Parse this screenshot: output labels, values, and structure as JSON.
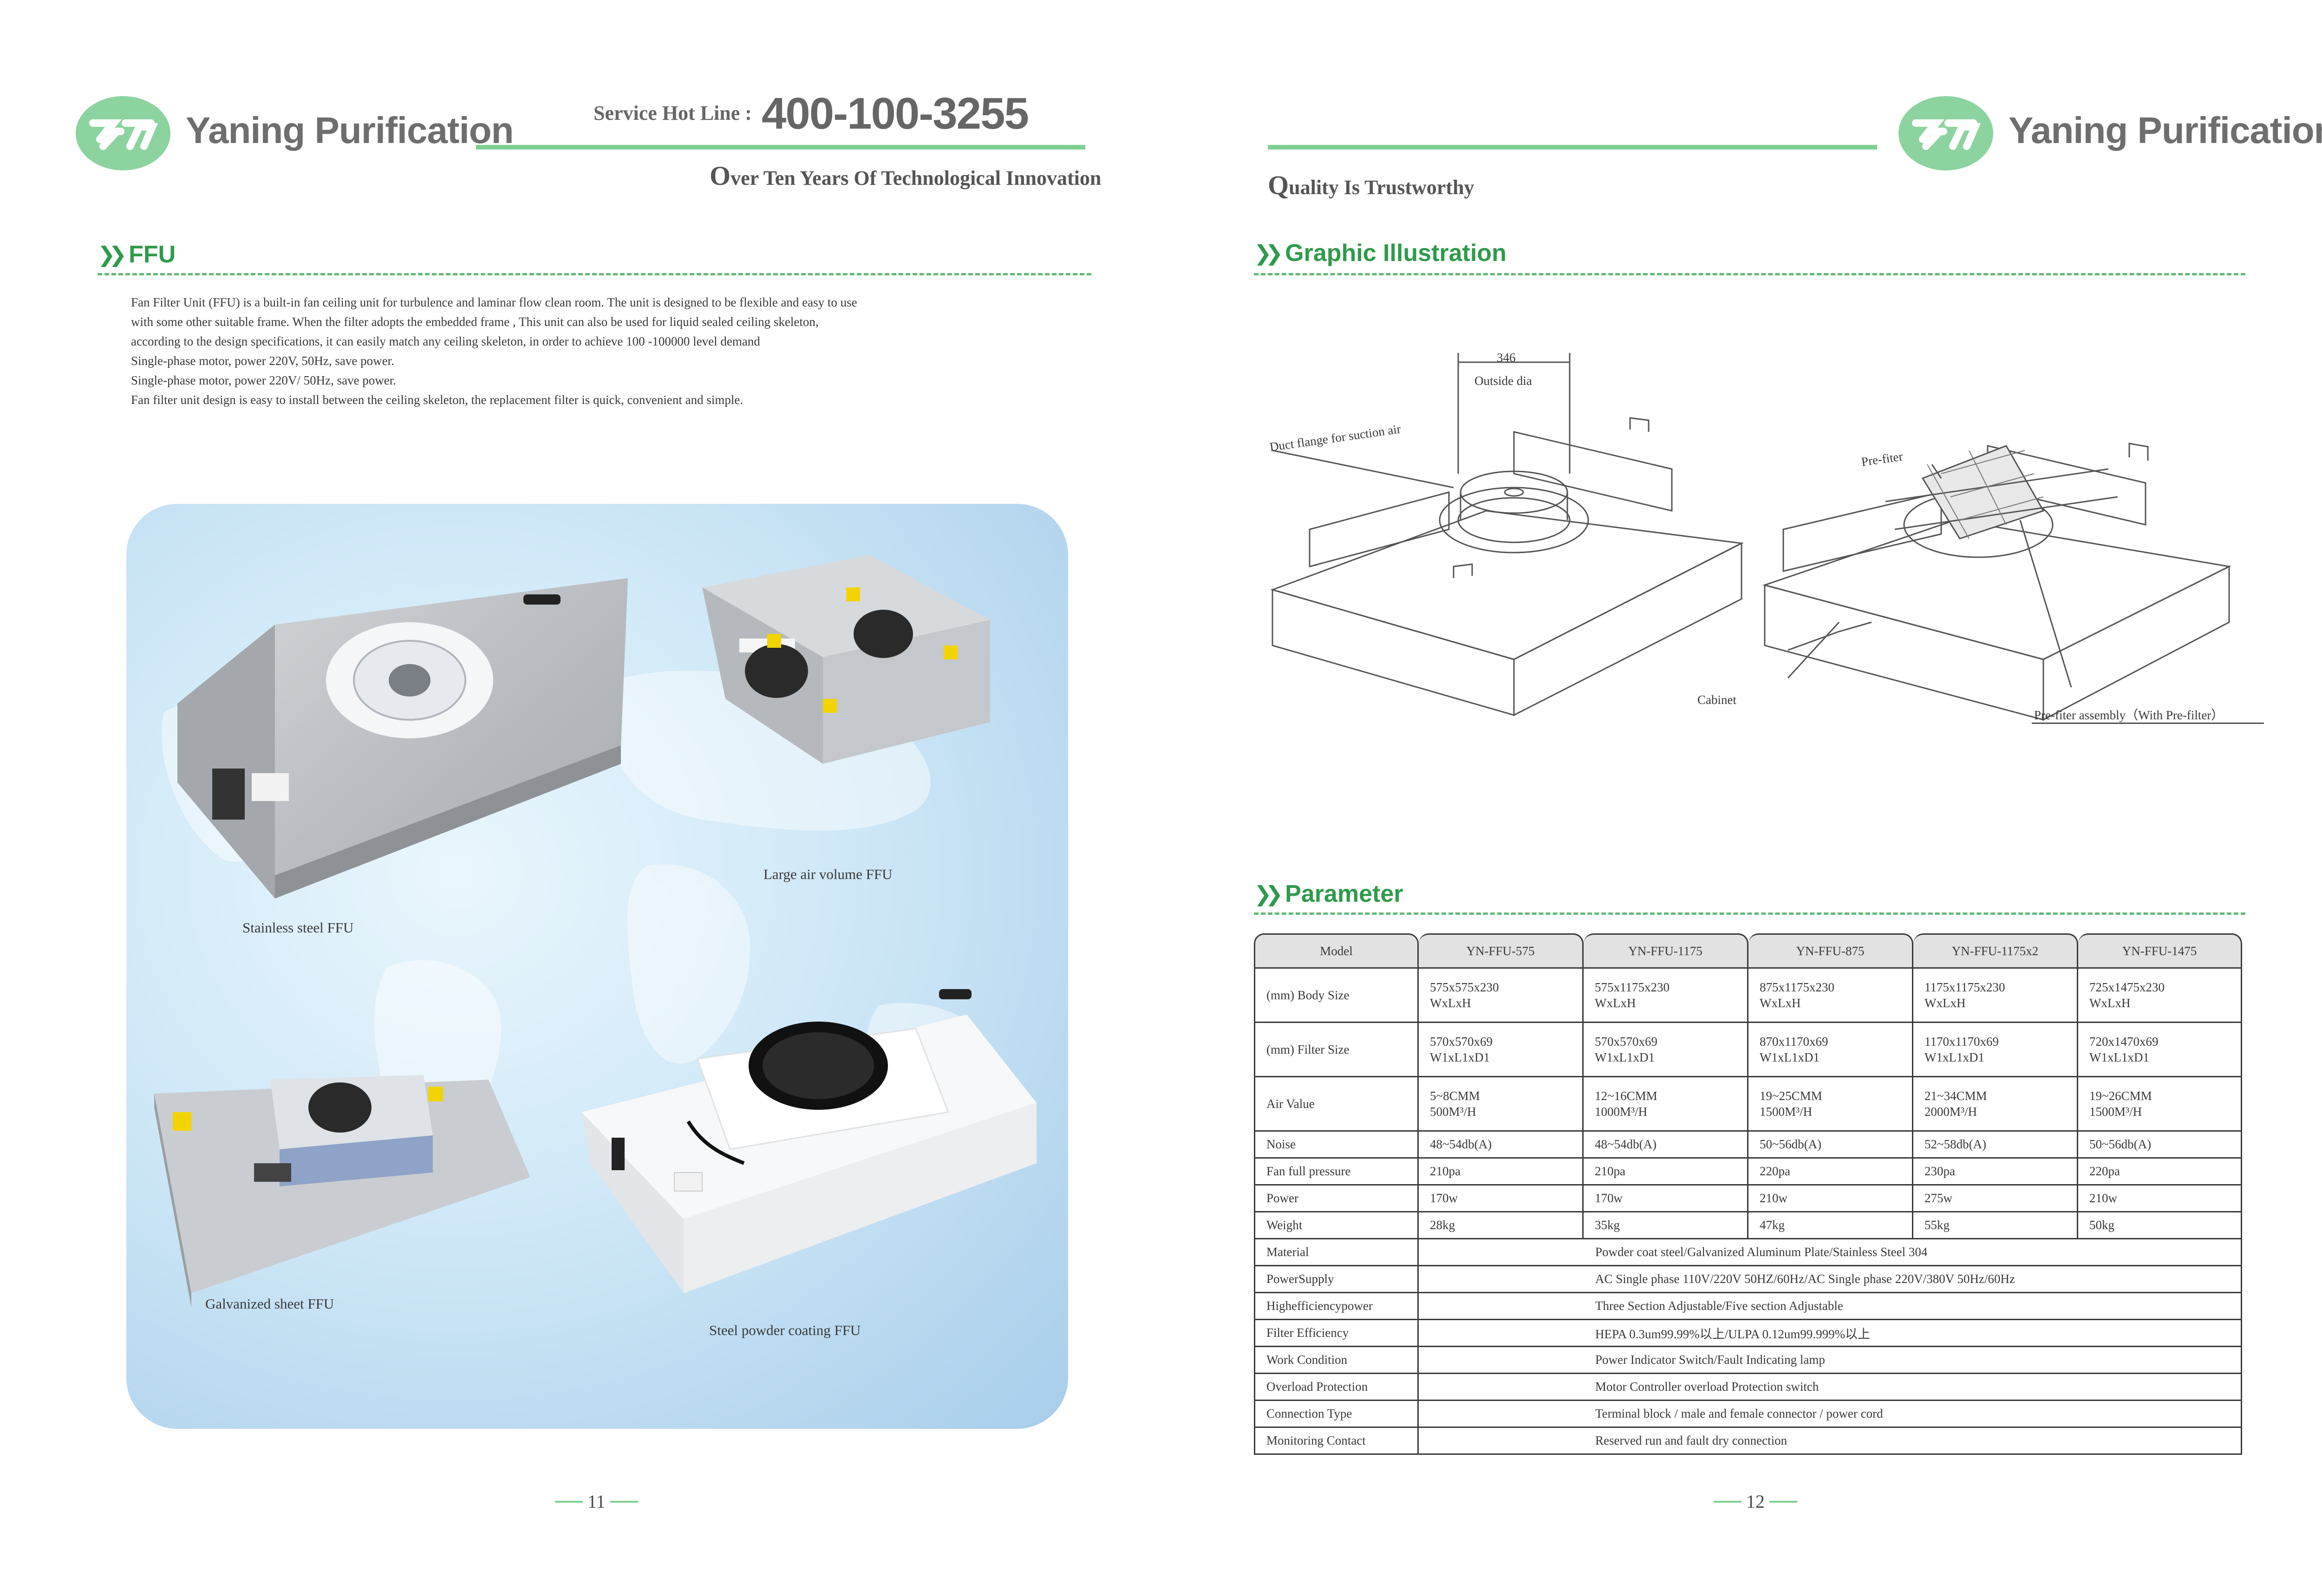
{
  "header_left": {
    "brand": "Yaning Purification",
    "hotline_label": "Service Hot Line :",
    "hotline_number": "400-100-3255",
    "slogan_initial": "O",
    "slogan_rest": "ver Ten Years Of Technological Innovation"
  },
  "header_right": {
    "brand": "Yaning Purification",
    "slogan_initial": "Q",
    "slogan_rest": "uality Is Trustworthy"
  },
  "ffu": {
    "title": "FFU",
    "paragraph": [
      "Fan Filter Unit (FFU) is a built-in fan ceiling unit for turbulence and laminar flow clean room. The unit is designed to be flexible and easy to use",
      "with some other suitable frame. When the filter adopts the embedded frame , This unit can also be used for liquid sealed ceiling skeleton,",
      "according to the design specifications, it can easily match any ceiling skeleton, in order to achieve 100 -100000 level demand",
      "Single-phase motor, power 220V, 50Hz, save power.",
      "Single-phase motor, power 220V/ 50Hz, save power.",
      "Fan filter unit design is easy to install between the ceiling skeleton, the replacement filter is quick, convenient and simple."
    ],
    "captions": {
      "stainless": "Stainless steel FFU",
      "large": "Large air volume FFU",
      "galvanized": "Galvanized sheet FFU",
      "powder": "Steel powder coating FFU"
    }
  },
  "graphic": {
    "title": "Graphic Illustration",
    "dim_value": "346",
    "dim_label": "Outside dia",
    "duct_label": "Duct flange for suction air",
    "prefilter_label": "Pre-fiter",
    "cabinet_label": "Cabinet",
    "assembly_label": "Pre-fiter assembly（With Pre-filter）"
  },
  "parameter": {
    "title": "Parameter",
    "header": [
      "Model",
      "YN-FFU-575",
      "YN-FFU-1175",
      "YN-FFU-875",
      "YN-FFU-1175x2",
      "YN-FFU-1475"
    ],
    "rows": [
      {
        "label": "(mm) Body Size",
        "cells": [
          [
            "575x575x230",
            "WxLxH"
          ],
          [
            "575x1175x230",
            "WxLxH"
          ],
          [
            "875x1175x230",
            "WxLxH"
          ],
          [
            "1175x1175x230",
            "WxLxH"
          ],
          [
            "725x1475x230",
            "WxLxH"
          ]
        ]
      },
      {
        "label": "(mm) Filter Size",
        "cells": [
          [
            "570x570x69",
            "W1xL1xD1"
          ],
          [
            "570x570x69",
            "W1xL1xD1"
          ],
          [
            "870x1170x69",
            "W1xL1xD1"
          ],
          [
            "1170x1170x69",
            "W1xL1xD1"
          ],
          [
            "720x1470x69",
            "W1xL1xD1"
          ]
        ]
      },
      {
        "label": "Air Value",
        "cells": [
          [
            "5~8CMM",
            "500M³/H"
          ],
          [
            "12~16CMM",
            "1000M³/H"
          ],
          [
            "19~25CMM",
            "1500M³/H"
          ],
          [
            "21~34CMM",
            "2000M³/H"
          ],
          [
            "19~26CMM",
            "1500M³/H"
          ]
        ]
      },
      {
        "label": "Noise",
        "cells": [
          [
            "48~54db(A)"
          ],
          [
            "48~54db(A)"
          ],
          [
            "50~56db(A)"
          ],
          [
            "52~58db(A)"
          ],
          [
            "50~56db(A)"
          ]
        ]
      },
      {
        "label": "Fan full pressure",
        "cells": [
          [
            "210pa"
          ],
          [
            "210pa"
          ],
          [
            "220pa"
          ],
          [
            "230pa"
          ],
          [
            "220pa"
          ]
        ]
      },
      {
        "label": "Power",
        "cells": [
          [
            "170w"
          ],
          [
            "170w"
          ],
          [
            "210w"
          ],
          [
            "275w"
          ],
          [
            "210w"
          ]
        ]
      },
      {
        "label": "Weight",
        "cells": [
          [
            "28kg"
          ],
          [
            "35kg"
          ],
          [
            "47kg"
          ],
          [
            "55kg"
          ],
          [
            "50kg"
          ]
        ]
      }
    ],
    "merged_rows": [
      {
        "label": "Material",
        "value": "Powder coat steel/Galvanized Aluminum Plate/Stainless Steel 304"
      },
      {
        "label": "PowerSupply",
        "value": "AC Single phase 110V/220V 50HZ/60Hz/AC Single phase 220V/380V 50Hz/60Hz"
      },
      {
        "label": "Highefficiencypower",
        "value": "Three Section Adjustable/Five section Adjustable"
      },
      {
        "label": "Filter Efficiency",
        "value": "HEPA 0.3um99.99%以上/ULPA 0.12um99.999%以上"
      },
      {
        "label": "Work Condition",
        "value": "Power Indicator Switch/Fault Indicating lamp"
      },
      {
        "label": "Overload Protection",
        "value": "Motor Controller overload Protection switch"
      },
      {
        "label": "Connection Type",
        "value": "Terminal block / male and female connector / power cord"
      },
      {
        "label": "Monitoring Contact",
        "value": "Reserved run and fault dry connection"
      }
    ]
  },
  "pages": {
    "left": "11",
    "right": "12"
  },
  "colors": {
    "brand_green": "#2f9a4c",
    "line_green": "#7fcf92",
    "logo_green": "#8dd3a0"
  }
}
